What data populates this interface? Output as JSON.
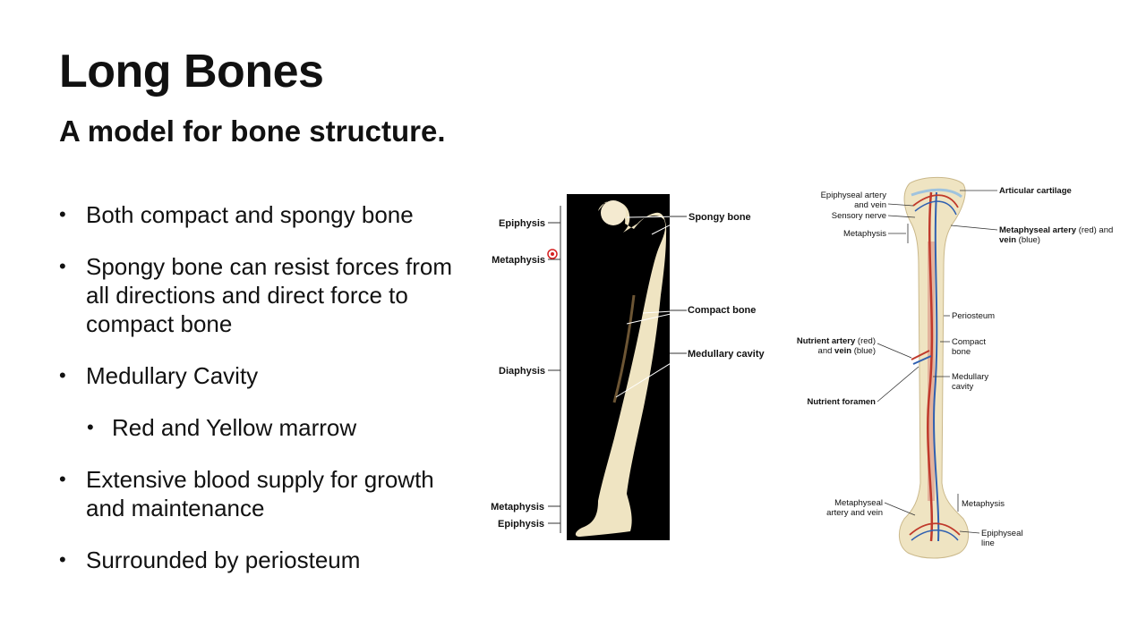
{
  "slide": {
    "title": "Long Bones",
    "subtitle": "A model for bone structure."
  },
  "bullets": [
    {
      "text": "Both compact and spongy bone"
    },
    {
      "text": "Spongy bone can resist forces from all directions and direct force to compact bone"
    },
    {
      "text": "Medullary Cavity"
    },
    {
      "text": "Red and Yellow marrow",
      "level": 2
    },
    {
      "text": "Extensive blood supply for growth and maintenance"
    },
    {
      "text": "Surrounded by periosteum"
    }
  ],
  "bullet_glyph": "•",
  "photo_figure": {
    "left_labels": {
      "epiphysis_top": "Epiphysis",
      "metaphysis_top": "Metaphysis",
      "diaphysis": "Diaphysis",
      "metaphysis_bottom": "Metaphysis",
      "epiphysis_bottom": "Epiphysis"
    },
    "right_labels": {
      "spongy_bone": "Spongy bone",
      "compact_bone": "Compact bone",
      "medullary_cavity": "Medullary cavity"
    }
  },
  "diagram_figure": {
    "left_labels": {
      "epiphyseal_artery_line1": "Epiphyseal artery",
      "epiphyseal_artery_line2": "and vein",
      "sensory_nerve": "Sensory nerve",
      "metaphysis": "Metaphysis",
      "nutrient_artery_line1_bold": "Nutrient artery",
      "nutrient_artery_line1_rest": " (red)",
      "nutrient_artery_line2_pre": "and ",
      "nutrient_artery_line2_bold": "vein",
      "nutrient_artery_line2_rest": " (blue)",
      "nutrient_foramen": "Nutrient foramen",
      "metaphyseal_artery_line1": "Metaphyseal",
      "metaphyseal_artery_line2": "artery and vein"
    },
    "right_labels": {
      "articular_cartilage": "Articular cartilage",
      "metaphyseal_artery_line1_bold": "Metaphyseal artery",
      "metaphyseal_artery_line1_rest": " (red) and",
      "metaphyseal_artery_line2_bold": "vein",
      "metaphyseal_artery_line2_rest": " (blue)",
      "periosteum": "Periosteum",
      "compact_bone_line1": "Compact",
      "compact_bone_line2": "bone",
      "medullary_line1": "Medullary",
      "medullary_line2": "cavity",
      "metaphysis": "Metaphysis",
      "epiphyseal_line_line1": "Epiphyseal",
      "epiphyseal_line_line2": "line"
    }
  },
  "colors": {
    "bone": "#efe4c2",
    "artery": "#c0392b",
    "vein": "#3060b0",
    "photo_background": "#000000",
    "cursor_marker": "#d62020"
  }
}
